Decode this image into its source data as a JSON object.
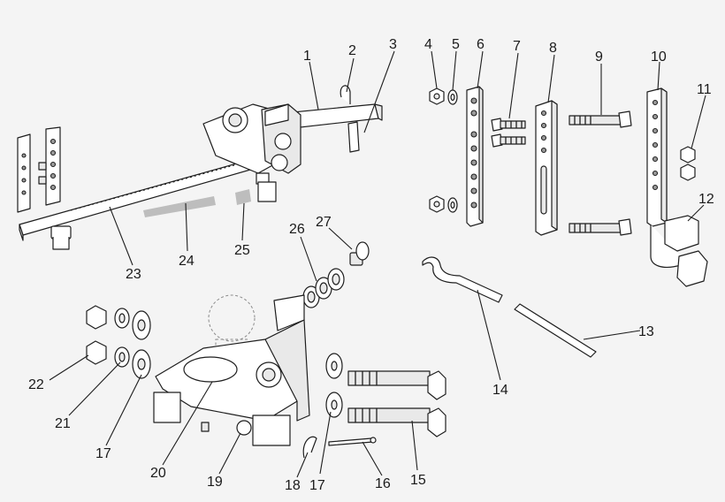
{
  "diagram": {
    "callouts": [
      {
        "id": "1",
        "text": "1"
      },
      {
        "id": "2",
        "text": "2"
      },
      {
        "id": "3",
        "text": "3"
      },
      {
        "id": "4",
        "text": "4"
      },
      {
        "id": "5",
        "text": "5"
      },
      {
        "id": "6",
        "text": "6"
      },
      {
        "id": "7",
        "text": "7"
      },
      {
        "id": "8",
        "text": "8"
      },
      {
        "id": "9",
        "text": "9"
      },
      {
        "id": "10",
        "text": "10"
      },
      {
        "id": "11",
        "text": "11"
      },
      {
        "id": "12",
        "text": "12"
      },
      {
        "id": "13",
        "text": "13"
      },
      {
        "id": "14",
        "text": "14"
      },
      {
        "id": "15",
        "text": "15"
      },
      {
        "id": "16",
        "text": "16"
      },
      {
        "id": "17a",
        "text": "17"
      },
      {
        "id": "17b",
        "text": "17"
      },
      {
        "id": "18",
        "text": "18"
      },
      {
        "id": "19",
        "text": "19"
      },
      {
        "id": "20",
        "text": "20"
      },
      {
        "id": "21",
        "text": "21"
      },
      {
        "id": "22",
        "text": "22"
      },
      {
        "id": "23",
        "text": "23"
      },
      {
        "id": "24",
        "text": "24"
      },
      {
        "id": "25",
        "text": "25"
      },
      {
        "id": "26",
        "text": "26"
      },
      {
        "id": "27",
        "text": "27"
      }
    ]
  }
}
